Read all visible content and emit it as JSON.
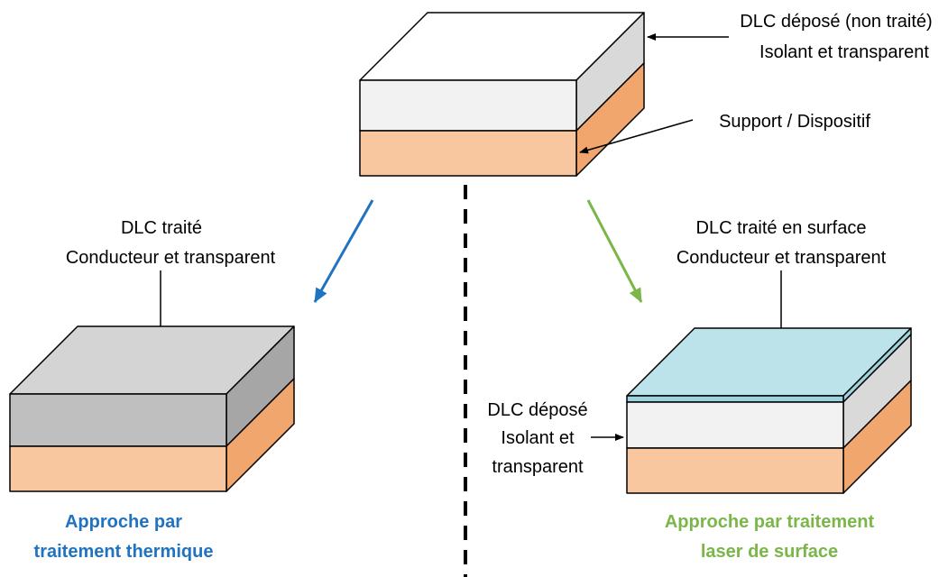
{
  "colors": {
    "substrate_front": "#F8C7A0",
    "substrate_side": "#F1A66E",
    "dlc_front": "#F2F2F2",
    "dlc_top": "#FFFFFF",
    "dlc_side": "#D9D9D9",
    "treated_front": "#BFBFBF",
    "treated_top": "#D4D4D4",
    "treated_side": "#A6A6A6",
    "surface_top": "#BCE3EA",
    "surface_front": "#9DD3DE",
    "thermal_accent": "#1F73C0",
    "laser_accent": "#7AB648"
  },
  "top": {
    "label_dlc_line1": "DLC déposé (non traité)",
    "label_dlc_line2": "Isolant et transparent",
    "label_support": "Support / Dispositif"
  },
  "left": {
    "label_line1": "DLC traité",
    "label_line2": "Conducteur et transparent",
    "caption_line1": "Approche par",
    "caption_line2": "traitement thermique"
  },
  "right": {
    "label_line1": "DLC traité en surface",
    "label_line2": "Conducteur et transparent",
    "deposit_line1": "DLC déposé",
    "deposit_line2": "Isolant et",
    "deposit_line3": "transparent",
    "caption_line1": "Approche par traitement",
    "caption_line2": "laser de surface"
  }
}
